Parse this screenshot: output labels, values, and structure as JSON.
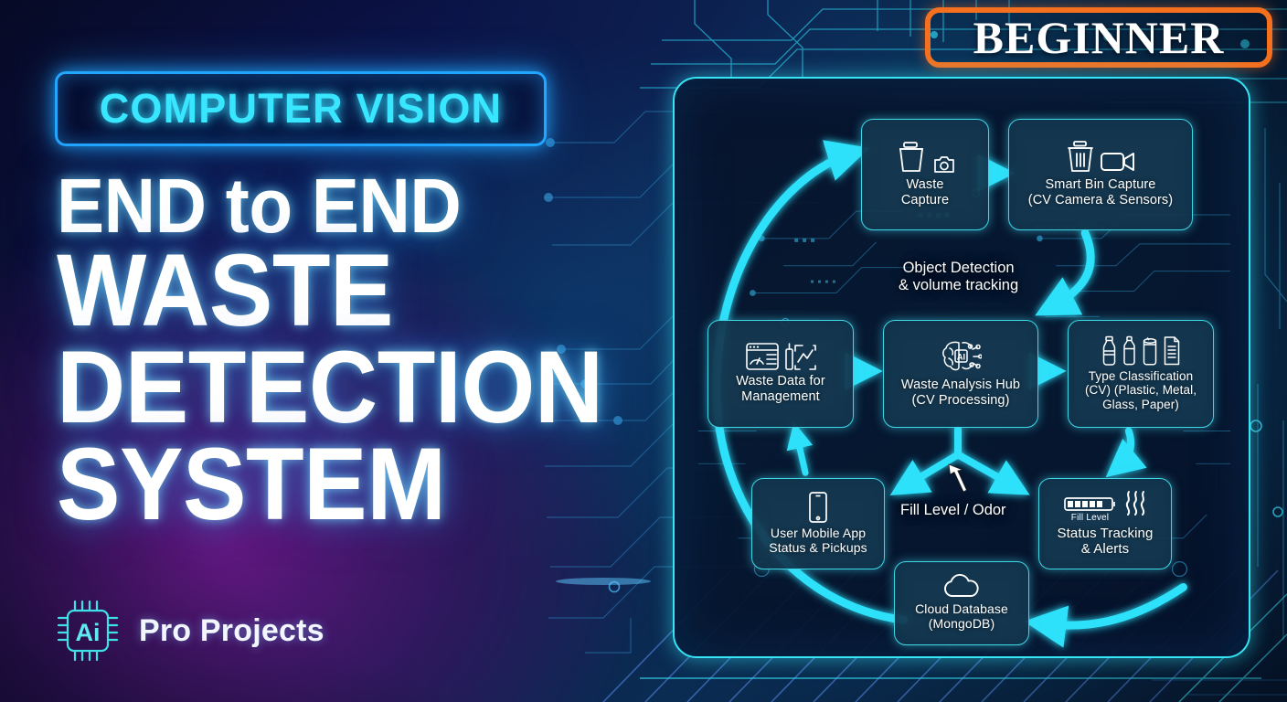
{
  "colors": {
    "neon_cyan": "#39e6ff",
    "node_border": "#3fd6e8",
    "node_fill": "#153a52",
    "orange_badge": "#f4701f",
    "headline_white": "#ffffff",
    "bg_navy": "#0a1240",
    "bg_purple": "#6c1886"
  },
  "left": {
    "category_badge": "COMPUTER VISION",
    "headline": {
      "line1": "END to END",
      "line2": "WASTE",
      "line3": "DETECTION",
      "line4": "SYSTEM"
    },
    "brand": {
      "chip_text": "Ai",
      "name": "Pro Projects"
    }
  },
  "level_badge": {
    "label": "BEGINNER"
  },
  "chart_data": {
    "type": "diagram",
    "title": "End to End Waste Detection System",
    "layout": "cyclic flow diagram with circular arrow loop",
    "nodes": [
      {
        "id": "waste-capture",
        "title": "Waste",
        "subtitle": "Capture",
        "icons": [
          "trash-bin-icon",
          "camera-icon"
        ]
      },
      {
        "id": "smart-bin",
        "title": "Smart Bin Capture",
        "subtitle": "(CV Camera & Sensors)",
        "icons": [
          "trash-bin-icon",
          "video-camera-icon"
        ]
      },
      {
        "id": "waste-data",
        "title": "Waste Data for",
        "subtitle": "Management",
        "icons": [
          "dashboard-icon",
          "analytics-chart-icon"
        ]
      },
      {
        "id": "analysis-hub",
        "title": "Waste Analysis Hub",
        "subtitle": "(CV Processing)",
        "icons": [
          "ai-brain-icon"
        ]
      },
      {
        "id": "type-class",
        "title": "Type Classification",
        "subtitle": "(CV) (Plastic, Metal,",
        "subtitle2": "Glass, Paper)",
        "icons": [
          "plastic-bottle-icon",
          "metal-can-icon",
          "glass-jar-icon",
          "paper-sheet-icon"
        ]
      },
      {
        "id": "mobile-app",
        "title": "User Mobile App",
        "subtitle": "Status & Pickups",
        "icons": [
          "smartphone-icon"
        ]
      },
      {
        "id": "status-tracking",
        "title": "Status Tracking",
        "subtitle": "& Alerts",
        "caption": "Fill Level",
        "icons": [
          "fill-level-gauge-icon",
          "odor-waves-icon"
        ]
      },
      {
        "id": "cloud-db",
        "title": "Cloud Database",
        "subtitle": "(MongoDB)",
        "icons": [
          "cloud-icon"
        ]
      }
    ],
    "edge_labels": [
      {
        "id": "object-detection",
        "line1": "Object Detection",
        "line2": "& volume tracking"
      },
      {
        "id": "fill-odor",
        "line1": "Fill Level / Odor",
        "line2": ""
      }
    ],
    "edges": [
      {
        "from": "waste-capture",
        "to": "smart-bin",
        "label": ""
      },
      {
        "from": "smart-bin",
        "to": "analysis-hub",
        "label": "Object Detection & volume tracking"
      },
      {
        "from": "waste-data",
        "to": "analysis-hub",
        "label": ""
      },
      {
        "from": "analysis-hub",
        "to": "type-class",
        "label": ""
      },
      {
        "from": "analysis-hub",
        "to": "mobile-app",
        "label": "Fill Level / Odor"
      },
      {
        "from": "analysis-hub",
        "to": "status-tracking",
        "label": "Fill Level / Odor"
      },
      {
        "from": "type-class",
        "to": "status-tracking",
        "label": ""
      },
      {
        "from": "mobile-app",
        "to": "waste-data",
        "label": ""
      },
      {
        "from": "status-tracking",
        "to": "cloud-db",
        "label": ""
      },
      {
        "from": "cloud-db",
        "to": "waste-capture",
        "label": "outer circular loop"
      }
    ]
  }
}
